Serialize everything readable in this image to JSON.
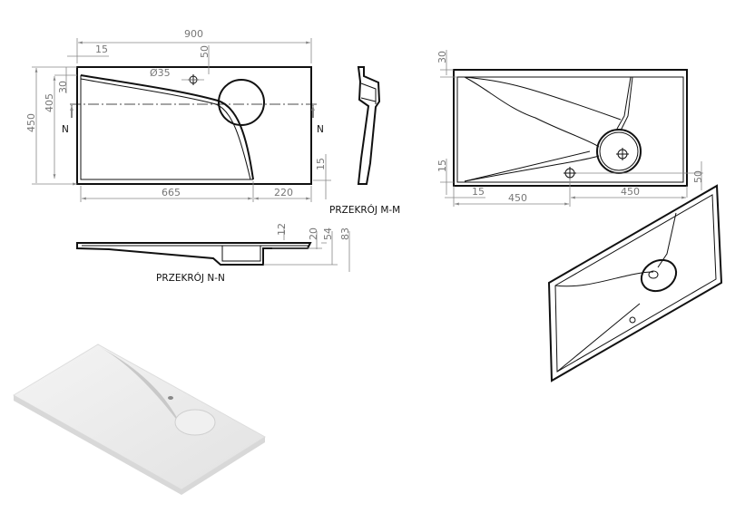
{
  "drawing": {
    "top_view": {
      "dims": {
        "width": "900",
        "left_edge": "15",
        "hole_offset": "50",
        "hole_diameter": "Ø35",
        "top_offset": "30",
        "depth": "450",
        "inner_depth": "405",
        "bottom_offset": "15",
        "left_length": "665",
        "right_length": "220"
      },
      "section_marker": "N"
    },
    "section_mm": {
      "label": "PRZEKRÓJ M-M"
    },
    "section_nn": {
      "label": "PRZEKRÓJ N-N",
      "dims": {
        "d1": "12",
        "d2": "20",
        "d3": "54",
        "d4": "83"
      }
    },
    "bottom_view": {
      "dims": {
        "top_offset": "30",
        "bottom_offset": "15",
        "left_edge": "15",
        "hole_x": "450",
        "right_length": "450",
        "hole_offset": "50"
      }
    }
  }
}
